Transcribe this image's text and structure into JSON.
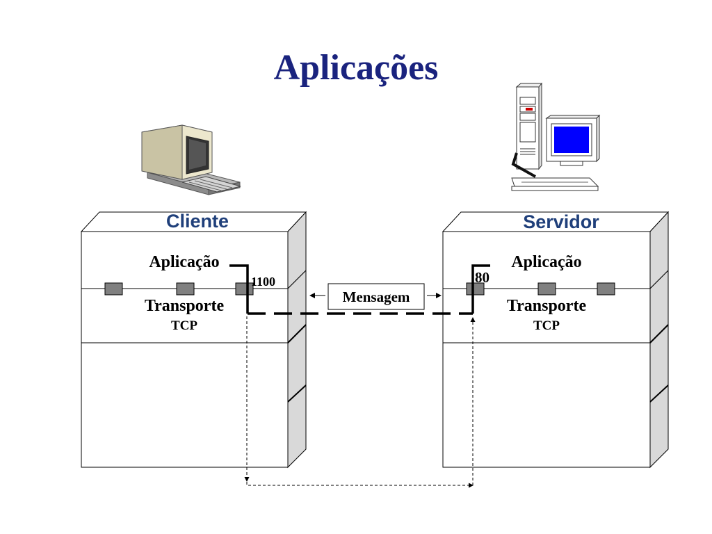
{
  "title": "Aplicações",
  "client": {
    "label": "Cliente",
    "app_layer": "Aplicação",
    "transport_layer": "Transporte",
    "transport_protocol": "TCP",
    "port": "1100"
  },
  "server": {
    "label": "Servidor",
    "app_layer": "Aplicação",
    "transport_layer": "Transporte",
    "transport_protocol": "TCP",
    "port": "80"
  },
  "message": "Mensagem",
  "colors": {
    "title": "#1a237e",
    "side_label": "#1f3f7a",
    "port_block": "#808080",
    "box_side": "#d9d9d9",
    "screen_blue": "#0000ff"
  }
}
